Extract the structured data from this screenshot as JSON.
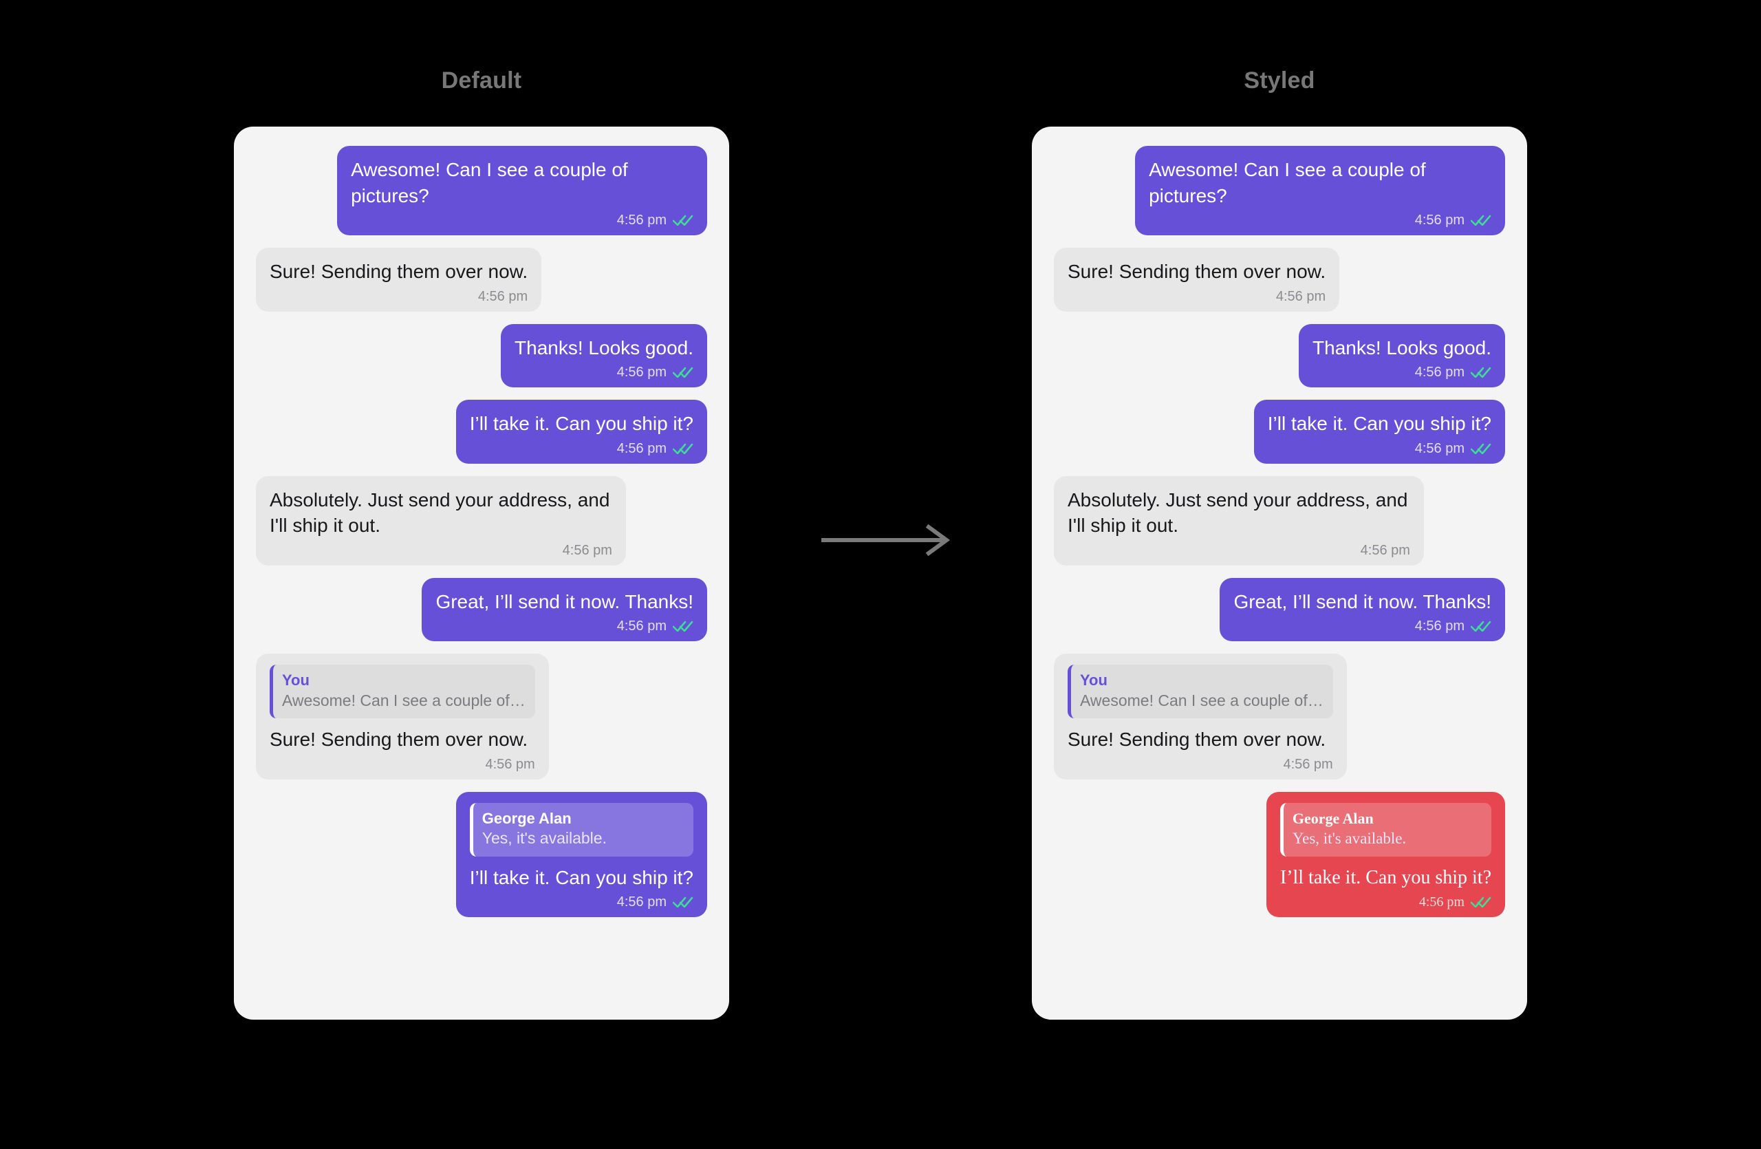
{
  "colors": {
    "background": "#000000",
    "panel": "#f4f4f5",
    "accent_purple": "#6750d8",
    "accent_red": "#e5464f",
    "bubble_incoming": "#e7e7e8",
    "tick_green": "#3ddc97",
    "title_grey": "#787878",
    "arrow_grey": "#7a7a7a"
  },
  "columns": [
    {
      "title": "Default",
      "variant": "default"
    },
    {
      "title": "Styled",
      "variant": "styled"
    }
  ],
  "arrow": {
    "icon": "arrow-right-icon"
  },
  "icons": {
    "double_check": "double-check-icon"
  },
  "conversation": [
    {
      "id": "m1",
      "direction": "out",
      "text": "Awesome! Can I see a couple of pictures?",
      "time": "4:56 pm",
      "read": true
    },
    {
      "id": "m2",
      "direction": "in",
      "text": "Sure! Sending them over now.",
      "time": "4:56 pm",
      "read": false
    },
    {
      "id": "m3",
      "direction": "out",
      "text": "Thanks! Looks good.",
      "time": "4:56 pm",
      "read": true
    },
    {
      "id": "m4",
      "direction": "out",
      "text": "I’ll take it. Can you ship it?",
      "time": "4:56 pm",
      "read": true
    },
    {
      "id": "m5",
      "direction": "in",
      "text": "Absolutely. Just send your address, and I'll ship it out.",
      "time": "4:56 pm",
      "read": false
    },
    {
      "id": "m6",
      "direction": "out",
      "text": "Great, I’ll send it now. Thanks!",
      "time": "4:56 pm",
      "read": true
    },
    {
      "id": "m7",
      "direction": "in",
      "quote": {
        "author": "You",
        "text": "Awesome! Can I see a couple of…"
      },
      "text": "Sure! Sending them over now.",
      "time": "4:56 pm",
      "read": false
    },
    {
      "id": "m8",
      "direction": "out",
      "styled_target": true,
      "quote": {
        "author": "George Alan",
        "text": "Yes, it's available."
      },
      "text": "I’ll take it. Can you ship it?",
      "time": "4:56 pm",
      "read": true
    }
  ]
}
